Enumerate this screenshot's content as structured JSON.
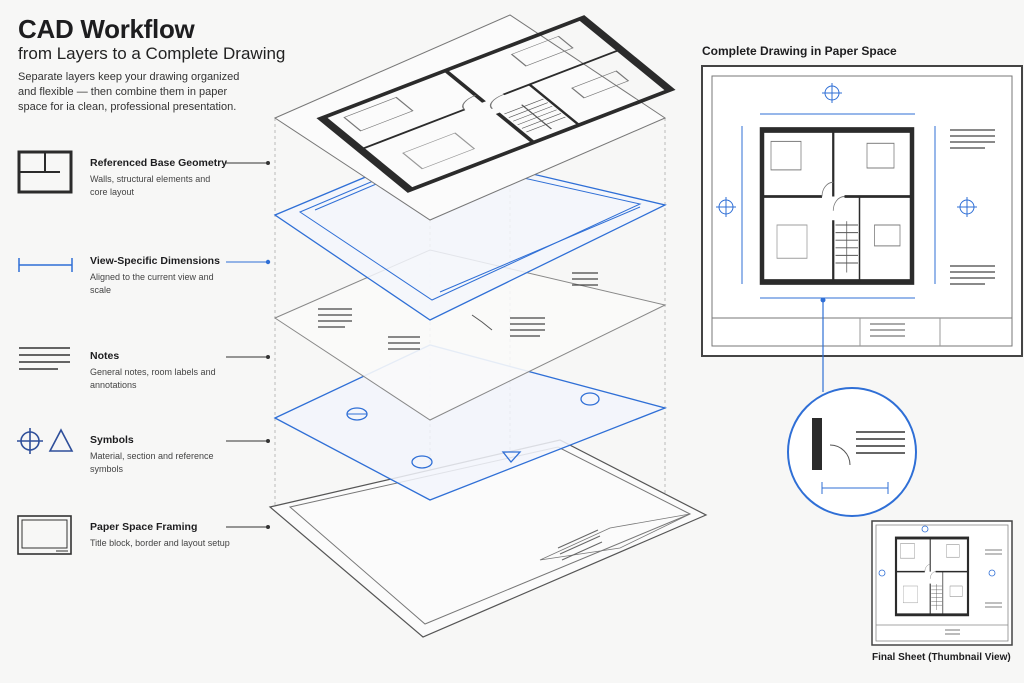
{
  "title": "CAD Workflow",
  "subtitle": "from Layers to a Complete Drawing",
  "intro": "Separate layers keep your drawing organized and flexible — then combine them in paper space for ia clean, professional presentation.",
  "layers": [
    {
      "name": "Referenced Base Geometry",
      "desc": "Walls, structural elements and core layout",
      "icon": "floor-plan-icon"
    },
    {
      "name": "View-Specific Dimensions",
      "desc": "Aligned to the current view and scale",
      "icon": "dimension-line-icon"
    },
    {
      "name": "Notes",
      "desc": "General notes, room labels and annotations",
      "icon": "text-lines-icon"
    },
    {
      "name": "Symbols",
      "desc": "Material, section and reference symbols",
      "icon": "crosshair-triangle-icon"
    },
    {
      "name": "Paper Space Framing",
      "desc": "Title block, border and layout setup",
      "icon": "sheet-frame-icon"
    }
  ],
  "complete_drawing_title": "Complete Drawing in Paper Space",
  "thumbnail_caption": "Final Sheet (Thumbnail View)",
  "colors": {
    "accent": "#2f6fd6",
    "ink": "#3a3a3a",
    "wall": "#2b2b2b"
  }
}
